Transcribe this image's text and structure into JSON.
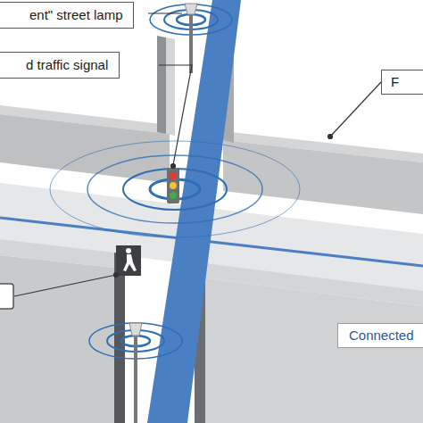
{
  "diagram": {
    "nodes": [
      {
        "text": [
          "ent\" street lamp"
        ]
      },
      {
        "text": [
          "d traffic signal"
        ]
      },
      {
        "text": [
          "F"
        ]
      },
      {
        "text": [
          "Connected"
        ]
      }
    ]
  }
}
